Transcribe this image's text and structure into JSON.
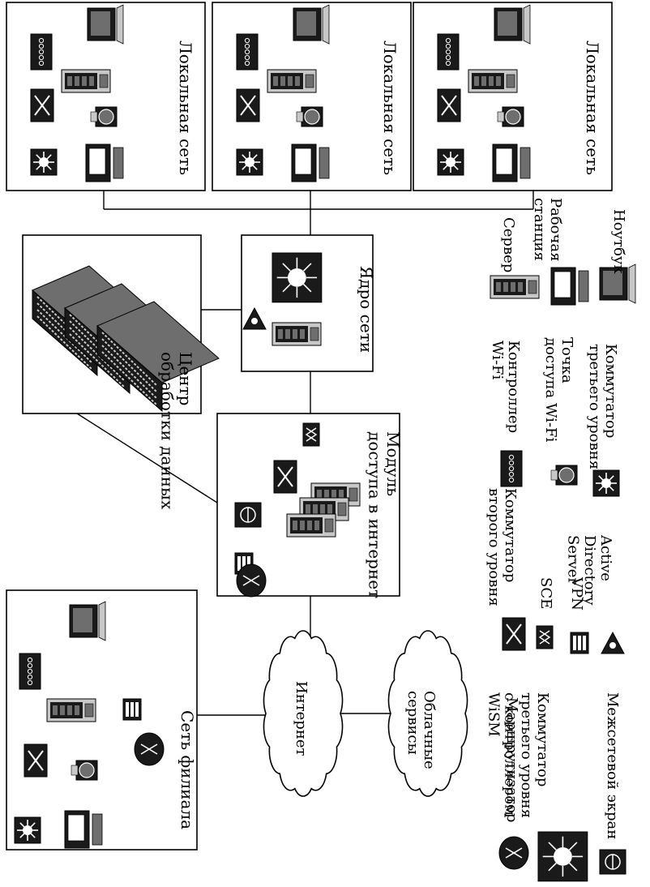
{
  "groups": {
    "local_network": "Локальная сеть",
    "core": "Ядро сети",
    "data_center": [
      "Центр",
      "обработки данных"
    ],
    "internet_access": [
      "Модуль",
      "доступа в интернет"
    ],
    "branch": "Сеть филиала"
  },
  "clouds": {
    "internet": "Интернет",
    "cloud_services": [
      "Облачные",
      "сервисы"
    ]
  },
  "legend": {
    "router": [
      "Маршрутизатор"
    ],
    "l3_switch_wism": [
      "Коммутатор",
      "третьего уровня",
      "с контроллером",
      "WiSM"
    ],
    "firewall": [
      "Межсетевой экран"
    ],
    "l2_switch": [
      "Коммутатор",
      "второго уровня"
    ],
    "sce": [
      "SCE"
    ],
    "vpn": [
      "VPN"
    ],
    "ad_server": [
      "Active",
      "Directory",
      "Server"
    ],
    "wifi_controller": [
      "Контроллер",
      "Wi-Fi"
    ],
    "access_point": [
      "Точка",
      "доступа Wi-Fi"
    ],
    "l3_switch": [
      "Коммутатор",
      "третьего уровня"
    ],
    "server": [
      "Сервер"
    ],
    "workstation": [
      "Рабочая",
      "станция"
    ],
    "laptop": [
      "Ноутбук"
    ]
  },
  "colors": {
    "line": "#000000",
    "device_dark": "#1a1a1a",
    "device_mid": "#6e6e6e",
    "device_light": "#c8c8c8",
    "background": "#ffffff"
  }
}
